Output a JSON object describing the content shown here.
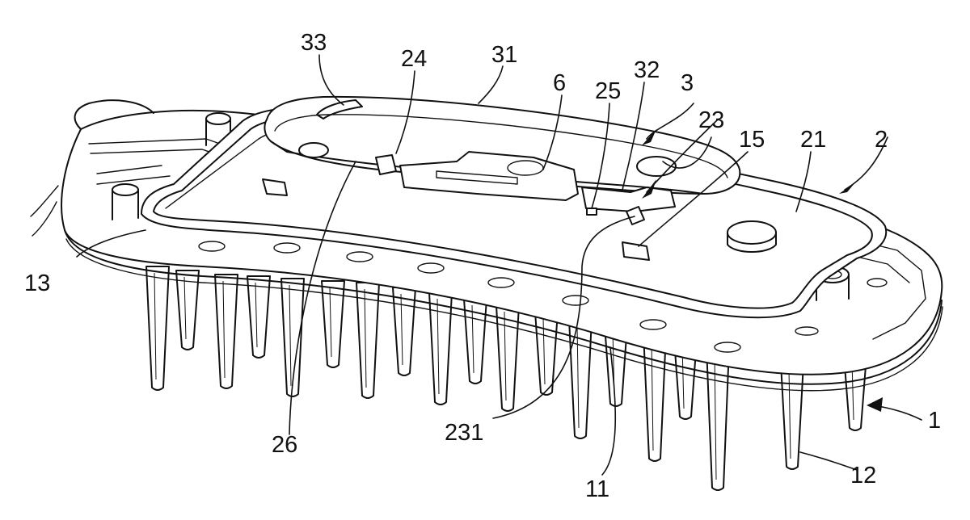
{
  "figure": {
    "labels": {
      "l33": "33",
      "l24": "24",
      "l31": "31",
      "l6": "6",
      "l25": "25",
      "l32": "32",
      "l3": "3",
      "l23": "23",
      "l15": "15",
      "l21": "21",
      "l2": "2",
      "l13": "13",
      "l26": "26",
      "l231": "231",
      "l1": "1",
      "l11": "11",
      "l12": "12"
    }
  }
}
